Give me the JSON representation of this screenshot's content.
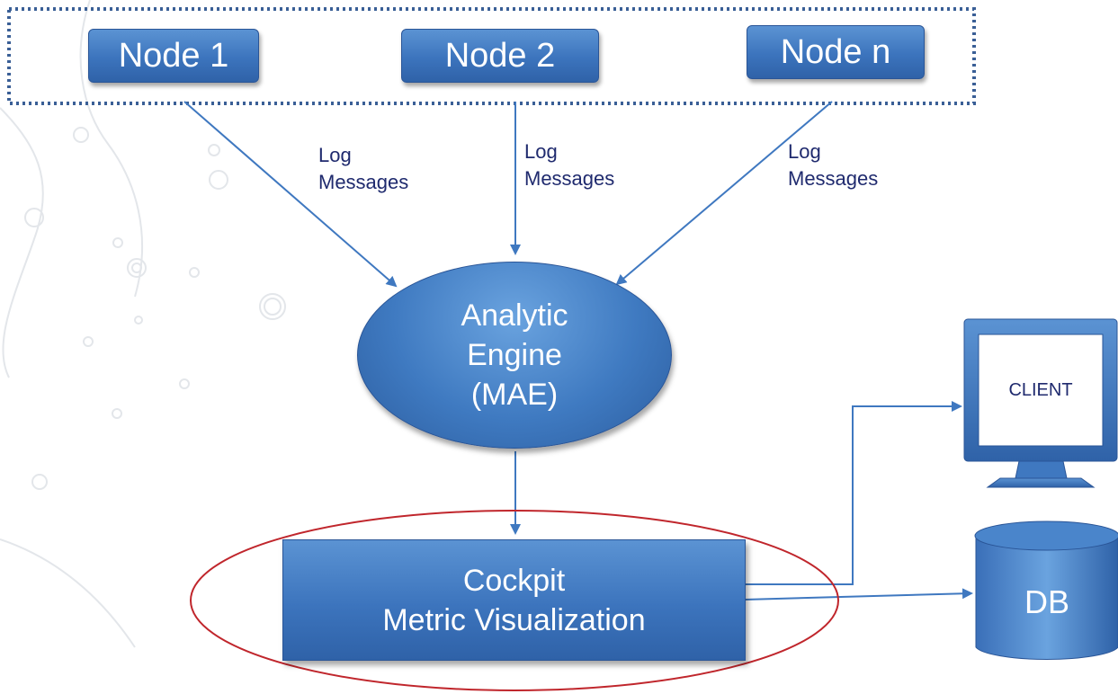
{
  "nodes": [
    {
      "label": "Node 1"
    },
    {
      "label": "Node 2"
    },
    {
      "label": "Node n"
    }
  ],
  "log_labels": [
    {
      "line1": "Log",
      "line2": "Messages"
    },
    {
      "line1": "Log",
      "line2": "Messages"
    },
    {
      "line1": "Log",
      "line2": "Messages"
    }
  ],
  "engine": {
    "line1": "Analytic",
    "line2": "Engine",
    "line3": "(MAE)"
  },
  "cockpit": {
    "line1": "Cockpit",
    "line2": "Metric Visualization"
  },
  "client": {
    "label": "CLIENT"
  },
  "db": {
    "label": "DB"
  },
  "colors": {
    "box_blue": "#3c74bd",
    "arrow_blue": "#3f78c0",
    "dotted_border": "#3a5f96",
    "highlight_ellipse": "#c0262c",
    "text_dark": "#1f2a6e"
  },
  "icons": [
    "monitor-icon",
    "database-cylinder-icon"
  ]
}
